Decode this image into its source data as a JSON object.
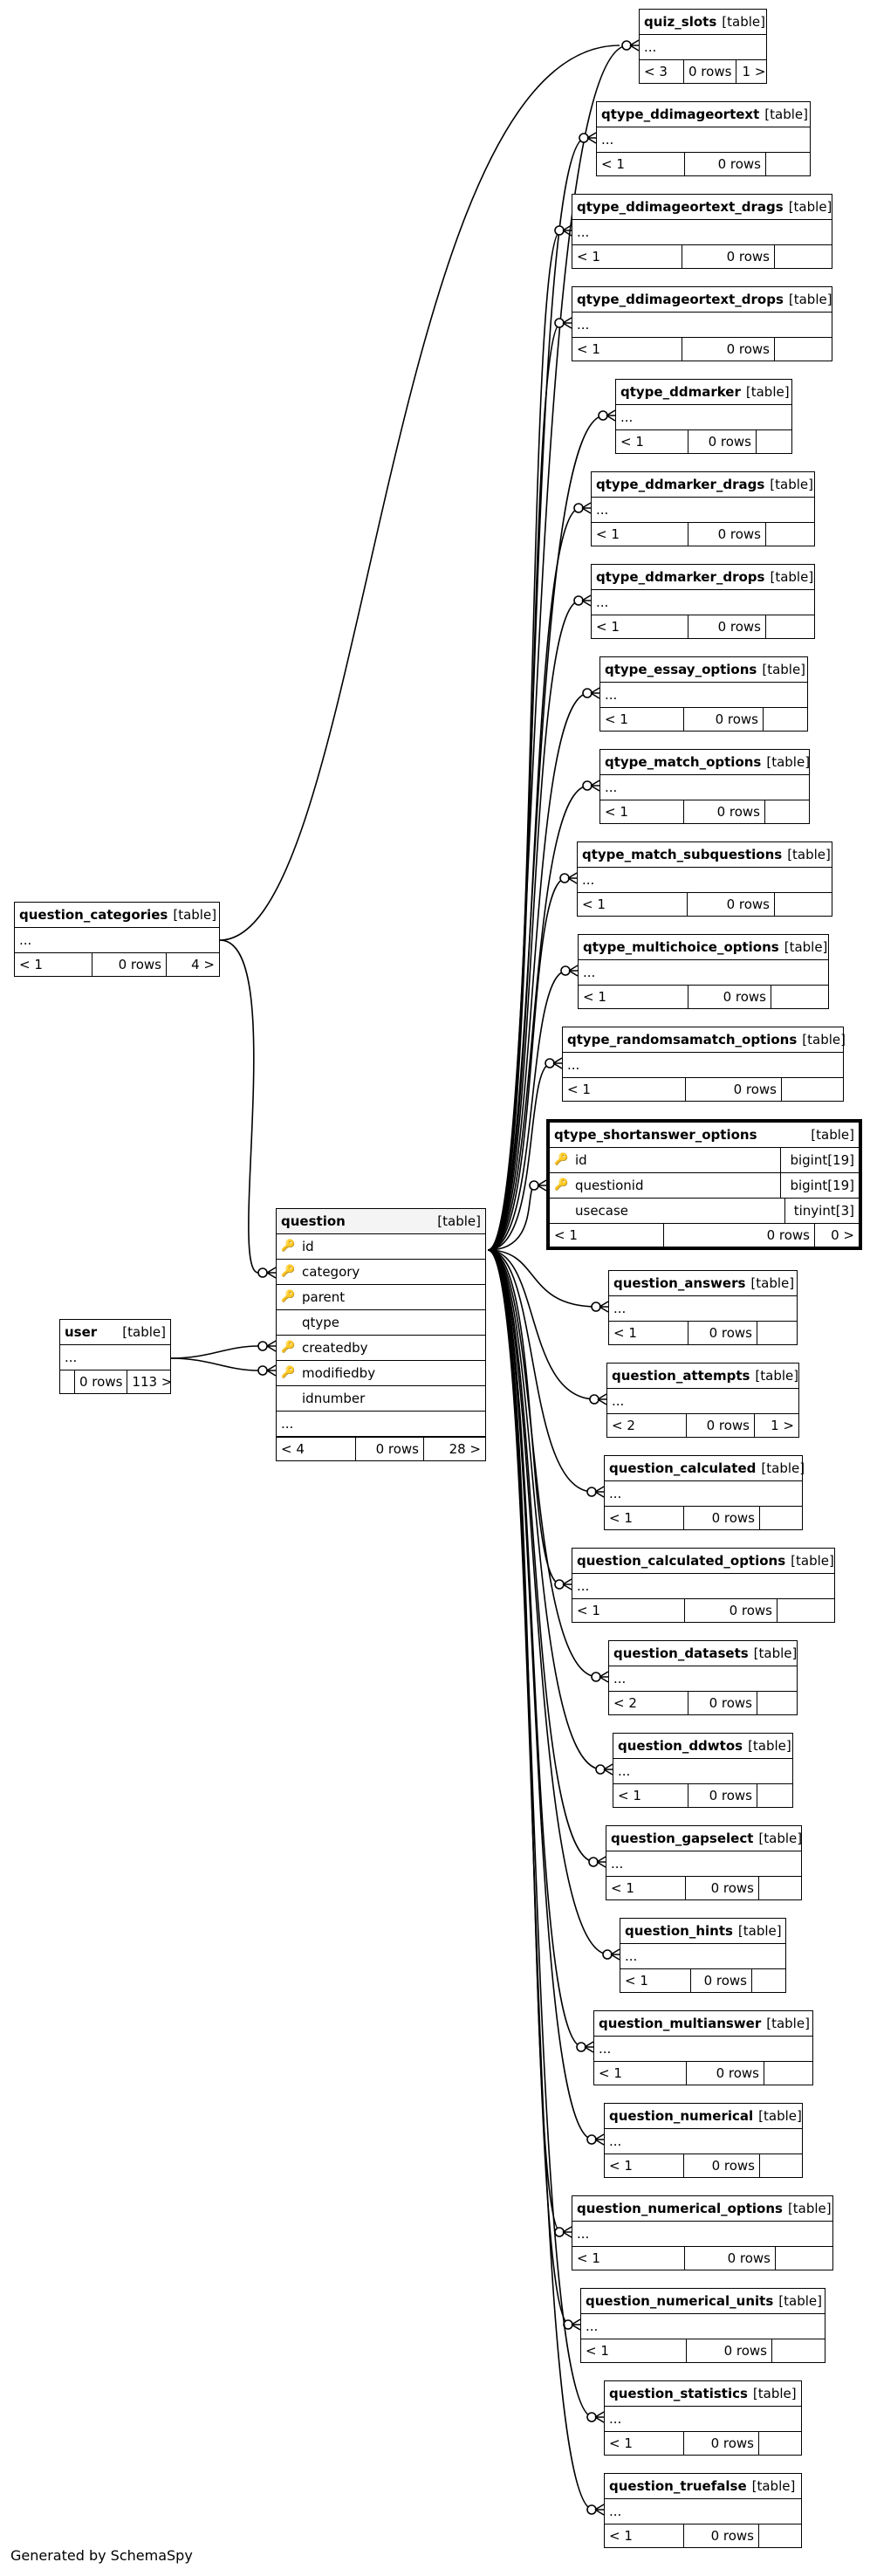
{
  "footer": "Generated by SchemaSpy",
  "tables": {
    "quiz_slots": {
      "name": "quiz_slots",
      "type": "[table]",
      "ellipsis": "...",
      "prev": "< 3",
      "rows": "0 rows",
      "next": "1 >"
    },
    "qtype_ddimageortext": {
      "name": "qtype_ddimageortext",
      "type": "[table]",
      "ellipsis": "...",
      "prev": "< 1",
      "rows": "0 rows",
      "next": ""
    },
    "qtype_ddimageortext_drags": {
      "name": "qtype_ddimageortext_drags",
      "type": "[table]",
      "ellipsis": "...",
      "prev": "< 1",
      "rows": "0 rows",
      "next": ""
    },
    "qtype_ddimageortext_drops": {
      "name": "qtype_ddimageortext_drops",
      "type": "[table]",
      "ellipsis": "...",
      "prev": "< 1",
      "rows": "0 rows",
      "next": ""
    },
    "qtype_ddmarker": {
      "name": "qtype_ddmarker",
      "type": "[table]",
      "ellipsis": "...",
      "prev": "< 1",
      "rows": "0 rows",
      "next": ""
    },
    "qtype_ddmarker_drags": {
      "name": "qtype_ddmarker_drags",
      "type": "[table]",
      "ellipsis": "...",
      "prev": "< 1",
      "rows": "0 rows",
      "next": ""
    },
    "qtype_ddmarker_drops": {
      "name": "qtype_ddmarker_drops",
      "type": "[table]",
      "ellipsis": "...",
      "prev": "< 1",
      "rows": "0 rows",
      "next": ""
    },
    "qtype_essay_options": {
      "name": "qtype_essay_options",
      "type": "[table]",
      "ellipsis": "...",
      "prev": "< 1",
      "rows": "0 rows",
      "next": ""
    },
    "qtype_match_options": {
      "name": "qtype_match_options",
      "type": "[table]",
      "ellipsis": "...",
      "prev": "< 1",
      "rows": "0 rows",
      "next": ""
    },
    "qtype_match_subquestions": {
      "name": "qtype_match_subquestions",
      "type": "[table]",
      "ellipsis": "...",
      "prev": "< 1",
      "rows": "0 rows",
      "next": ""
    },
    "qtype_multichoice_options": {
      "name": "qtype_multichoice_options",
      "type": "[table]",
      "ellipsis": "...",
      "prev": "< 1",
      "rows": "0 rows",
      "next": ""
    },
    "qtype_randomsamatch_options": {
      "name": "qtype_randomsamatch_options",
      "type": "[table]",
      "ellipsis": "...",
      "prev": "< 1",
      "rows": "0 rows",
      "next": ""
    },
    "qtype_shortanswer_options": {
      "name": "qtype_shortanswer_options",
      "type": "[table]",
      "columns": [
        {
          "name": "id",
          "dtype": "bigint[19]",
          "key": "pk"
        },
        {
          "name": "questionid",
          "dtype": "bigint[19]",
          "key": "fk"
        },
        {
          "name": "usecase",
          "dtype": "tinyint[3]",
          "key": "none"
        }
      ],
      "prev": "< 1",
      "rows": "0 rows",
      "next": "0 >"
    },
    "question_answers": {
      "name": "question_answers",
      "type": "[table]",
      "ellipsis": "...",
      "prev": "< 1",
      "rows": "0 rows",
      "next": ""
    },
    "question_attempts": {
      "name": "question_attempts",
      "type": "[table]",
      "ellipsis": "...",
      "prev": "< 2",
      "rows": "0 rows",
      "next": "1 >"
    },
    "question_calculated": {
      "name": "question_calculated",
      "type": "[table]",
      "ellipsis": "...",
      "prev": "< 1",
      "rows": "0 rows",
      "next": ""
    },
    "question_calculated_options": {
      "name": "question_calculated_options",
      "type": "[table]",
      "ellipsis": "...",
      "prev": "< 1",
      "rows": "0 rows",
      "next": ""
    },
    "question_datasets": {
      "name": "question_datasets",
      "type": "[table]",
      "ellipsis": "...",
      "prev": "< 2",
      "rows": "0 rows",
      "next": ""
    },
    "question_ddwtos": {
      "name": "question_ddwtos",
      "type": "[table]",
      "ellipsis": "...",
      "prev": "< 1",
      "rows": "0 rows",
      "next": ""
    },
    "question_gapselect": {
      "name": "question_gapselect",
      "type": "[table]",
      "ellipsis": "...",
      "prev": "< 1",
      "rows": "0 rows",
      "next": ""
    },
    "question_hints": {
      "name": "question_hints",
      "type": "[table]",
      "ellipsis": "...",
      "prev": "< 1",
      "rows": "0 rows",
      "next": ""
    },
    "question_multianswer": {
      "name": "question_multianswer",
      "type": "[table]",
      "ellipsis": "...",
      "prev": "< 1",
      "rows": "0 rows",
      "next": ""
    },
    "question_numerical": {
      "name": "question_numerical",
      "type": "[table]",
      "ellipsis": "...",
      "prev": "< 1",
      "rows": "0 rows",
      "next": ""
    },
    "question_numerical_options": {
      "name": "question_numerical_options",
      "type": "[table]",
      "ellipsis": "...",
      "prev": "< 1",
      "rows": "0 rows",
      "next": ""
    },
    "question_numerical_units": {
      "name": "question_numerical_units",
      "type": "[table]",
      "ellipsis": "...",
      "prev": "< 1",
      "rows": "0 rows",
      "next": ""
    },
    "question_statistics": {
      "name": "question_statistics",
      "type": "[table]",
      "ellipsis": "...",
      "prev": "< 1",
      "rows": "0 rows",
      "next": ""
    },
    "question_truefalse": {
      "name": "question_truefalse",
      "type": "[table]",
      "ellipsis": "...",
      "prev": "< 1",
      "rows": "0 rows",
      "next": ""
    },
    "question_categories": {
      "name": "question_categories",
      "type": "[table]",
      "ellipsis": "...",
      "prev": "< 1",
      "rows": "0 rows",
      "next": "4 >"
    },
    "question": {
      "name": "question",
      "type": "[table]",
      "columns": [
        {
          "name": "id",
          "key": "pk"
        },
        {
          "name": "category",
          "key": "fk"
        },
        {
          "name": "parent",
          "key": "fk"
        },
        {
          "name": "qtype",
          "key": "none"
        },
        {
          "name": "createdby",
          "key": "fk"
        },
        {
          "name": "modifiedby",
          "key": "fk"
        },
        {
          "name": "idnumber",
          "key": "none"
        }
      ],
      "ellipsis": "...",
      "prev": "< 4",
      "rows": "0 rows",
      "next": "28 >"
    },
    "user": {
      "name": "user",
      "type": "[table]",
      "ellipsis": "...",
      "prev": "",
      "rows": "0 rows",
      "next": "113 >"
    }
  }
}
